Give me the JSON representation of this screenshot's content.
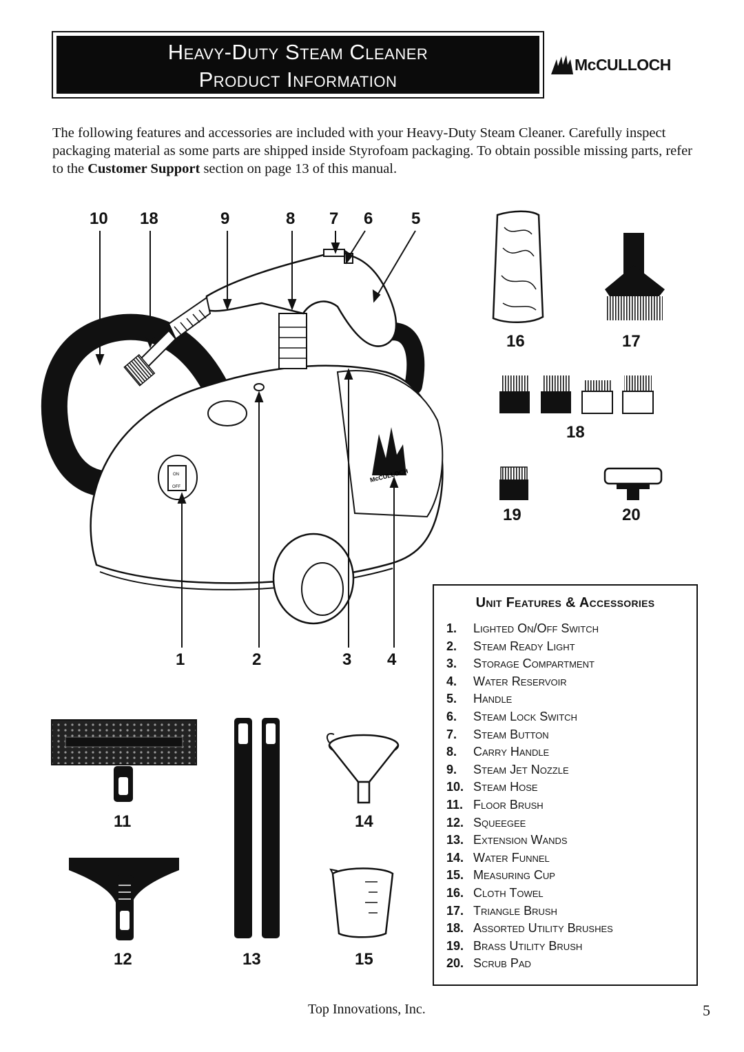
{
  "header": {
    "title_line1": "Heavy-Duty Steam Cleaner",
    "title_line2": "Product Information",
    "logo_text": "McCULLOCH"
  },
  "intro": {
    "text_before": "The following features and accessories are included with your Heavy-Duty Steam Cleaner. Carefully inspect packaging material as some parts are shipped inside Styrofoam packaging.  To obtain possible missing parts, refer to the ",
    "bold": "Customer Support",
    "text_after": " section on page 13 of this manual."
  },
  "callouts": {
    "c10": "10",
    "c18a": "18",
    "c9": "9",
    "c8": "8",
    "c7": "7",
    "c6": "6",
    "c5": "5",
    "c16": "16",
    "c17": "17",
    "c18b": "18",
    "c19": "19",
    "c20": "20",
    "c1": "1",
    "c2": "2",
    "c3": "3",
    "c4": "4",
    "c11": "11",
    "c12": "12",
    "c13": "13",
    "c14": "14",
    "c15": "15",
    "unit_brand": "McCULLOCH",
    "switch_on": "ON",
    "switch_off": "OFF"
  },
  "legend": {
    "title": "Unit Features & Accessories",
    "items": [
      {
        "num": "1.",
        "label": "Lighted On/Off Switch"
      },
      {
        "num": "2.",
        "label": "Steam Ready Light"
      },
      {
        "num": "3.",
        "label": "Storage Compartment"
      },
      {
        "num": "4.",
        "label": "Water Reservoir"
      },
      {
        "num": "5.",
        "label": "Handle"
      },
      {
        "num": "6.",
        "label": "Steam Lock Switch"
      },
      {
        "num": "7.",
        "label": "Steam Button"
      },
      {
        "num": "8.",
        "label": "Carry Handle"
      },
      {
        "num": "9.",
        "label": "Steam Jet Nozzle"
      },
      {
        "num": "10.",
        "label": "Steam Hose"
      },
      {
        "num": "11.",
        "label": "Floor Brush"
      },
      {
        "num": "12.",
        "label": "Squeegee"
      },
      {
        "num": "13.",
        "label": "Extension Wands"
      },
      {
        "num": "14.",
        "label": "Water Funnel"
      },
      {
        "num": "15.",
        "label": "Measuring Cup"
      },
      {
        "num": "16.",
        "label": "Cloth Towel"
      },
      {
        "num": "17.",
        "label": "Triangle Brush"
      },
      {
        "num": "18.",
        "label": "Assorted Utility Brushes"
      },
      {
        "num": "19.",
        "label": "Brass Utility Brush"
      },
      {
        "num": "20.",
        "label": "Scrub Pad"
      }
    ]
  },
  "footer": {
    "company": "Top Innovations, Inc.",
    "page_number": "5"
  }
}
